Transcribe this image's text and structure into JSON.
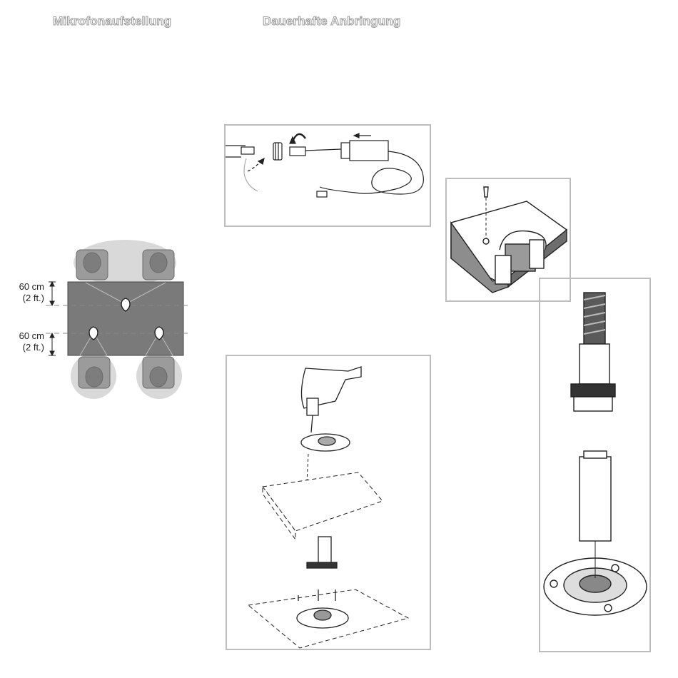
{
  "headings": {
    "left": "Mikrofonaufstellung",
    "right": "Dauerhafte Anbringung"
  },
  "dimensions": {
    "upper": {
      "line1": "60 cm",
      "line2": "(2 ft.)"
    },
    "lower": {
      "line1": "60 cm",
      "line2": "(2 ft.)"
    }
  },
  "colors": {
    "frame": "#bdbdbd",
    "heading_outline": "#9a9a9a",
    "ink": "#222222",
    "table": "#7a7a7a",
    "person": "#9b9b9b",
    "zone": "#d4d4d4"
  }
}
